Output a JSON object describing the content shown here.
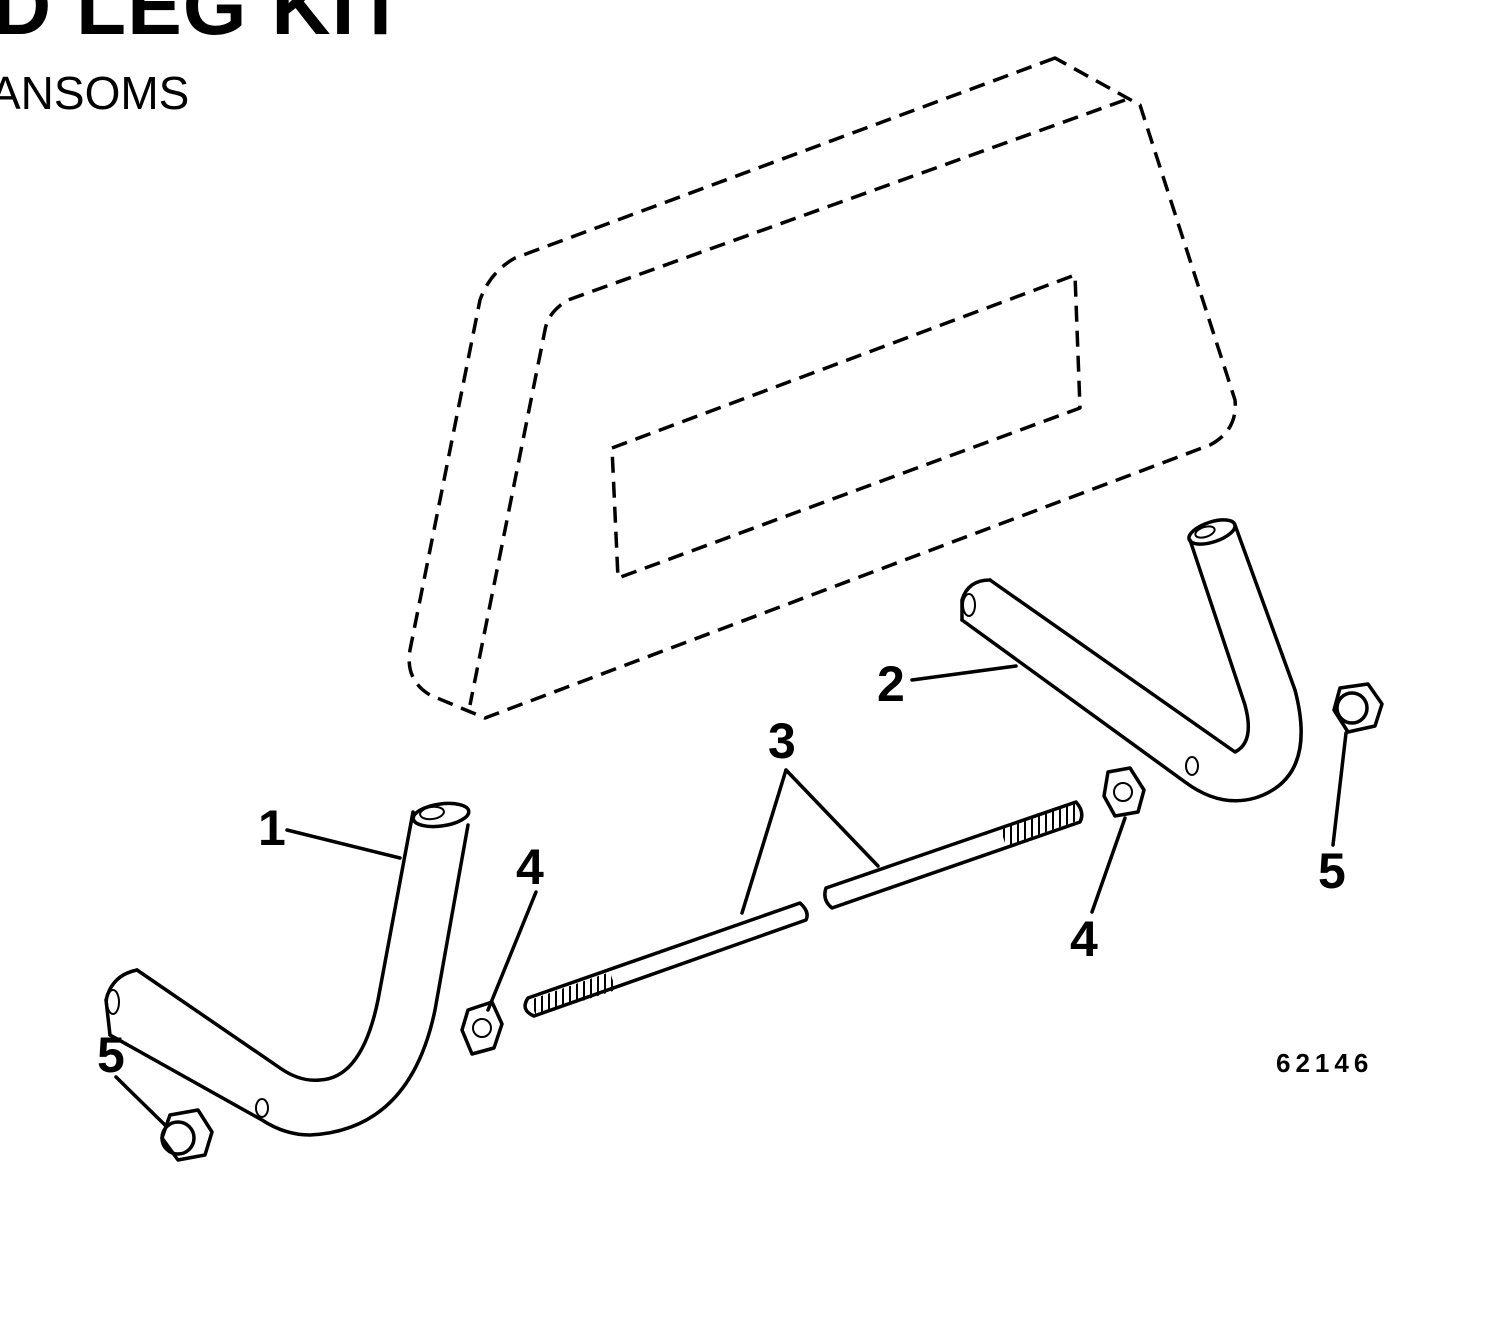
{
  "header": {
    "title": "D LEG KIT",
    "subtitle": "ANSOMS"
  },
  "figure_id": "62146",
  "callouts": {
    "leg_1": "1",
    "leg_2": "2",
    "rod_3": "3",
    "nut_4_left": "4",
    "nut_4_right": "4",
    "bolt_5_left": "5",
    "bolt_5_right": "5"
  }
}
